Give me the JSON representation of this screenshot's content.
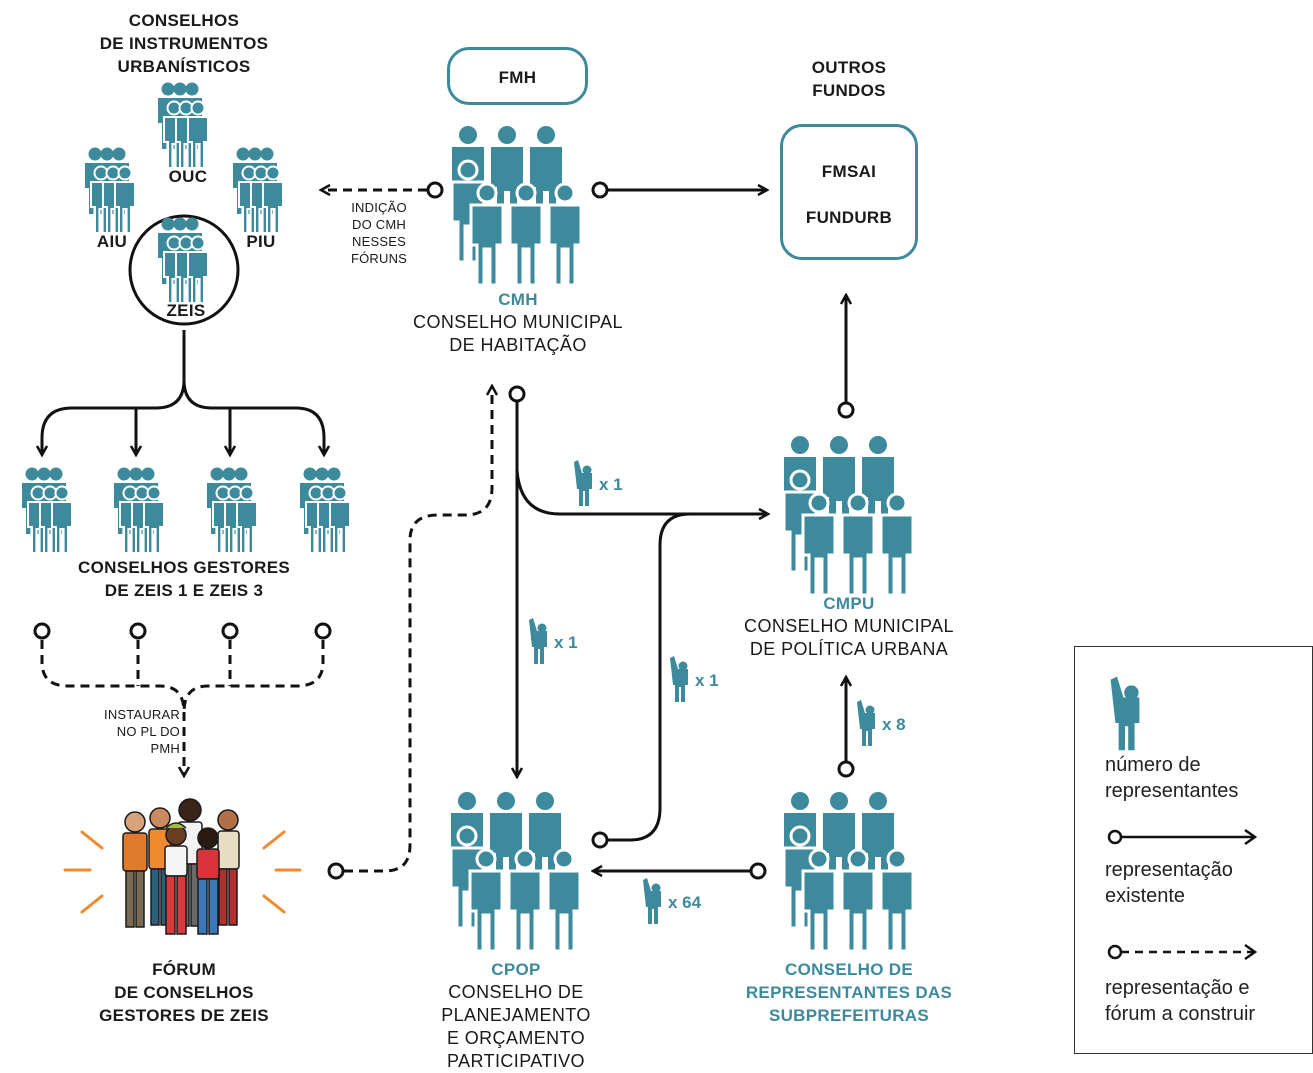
{
  "colors": {
    "teal": "#3d8a9c",
    "line": "#111111",
    "orange": "#f08a2c"
  },
  "instrumentos": {
    "title_l1": "CONSELHOS",
    "title_l2": "DE INSTRUMENTOS",
    "title_l3": "URBANÍSTICOS",
    "ouc": "OUC",
    "aiu": "AIU",
    "piu": "PIU",
    "zeis": "ZEIS"
  },
  "indicacao": {
    "l1": "INDIÇÃO",
    "l2": "DO CMH",
    "l3": "NESSES",
    "l4": "FÓRUNS"
  },
  "fmh": "FMH",
  "cmh": {
    "acronym": "CMH",
    "l1": "CONSELHO MUNICIPAL",
    "l2": "DE HABITAÇÃO"
  },
  "outros_fundos": {
    "l1": "OUTROS",
    "l2": "FUNDOS",
    "f1": "FMSAI",
    "f2": "FUNDURB"
  },
  "gestores": {
    "l1": "CONSELHOS GESTORES",
    "l2": "DE ZEIS 1 E ZEIS 3"
  },
  "instaurar": {
    "l1": "INSTAURAR",
    "l2": "NO PL DO",
    "l3": "PMH"
  },
  "forum": {
    "l1": "FÓRUM",
    "l2": "DE CONSELHOS",
    "l3": "GESTORES DE ZEIS"
  },
  "cmpu": {
    "acronym": "CMPU",
    "l1": "CONSELHO MUNICIPAL",
    "l2": "DE POLÍTICA URBANA"
  },
  "cpop": {
    "acronym": "CPOP",
    "l1": "CONSELHO DE",
    "l2": "PLANEJAMENTO",
    "l3": "E ORÇAMENTO",
    "l4": "PARTICIPATIVO"
  },
  "subpref": {
    "l1": "CONSELHO DE",
    "l2": "REPRESENTANTES DAS",
    "l3": "SUBPREFEITURAS"
  },
  "multipliers": {
    "cmh_cmpu": "x 1",
    "cmh_cpop": "x 1",
    "cpop_cmpu": "x 1",
    "sub_cmpu": "x 8",
    "sub_cpop": "x 64"
  },
  "legend": {
    "rep_l1": "número de",
    "rep_l2": "representantes",
    "exist_l1": "representação",
    "exist_l2": "existente",
    "const_l1": "representação e",
    "const_l2": "fórum a construir"
  }
}
